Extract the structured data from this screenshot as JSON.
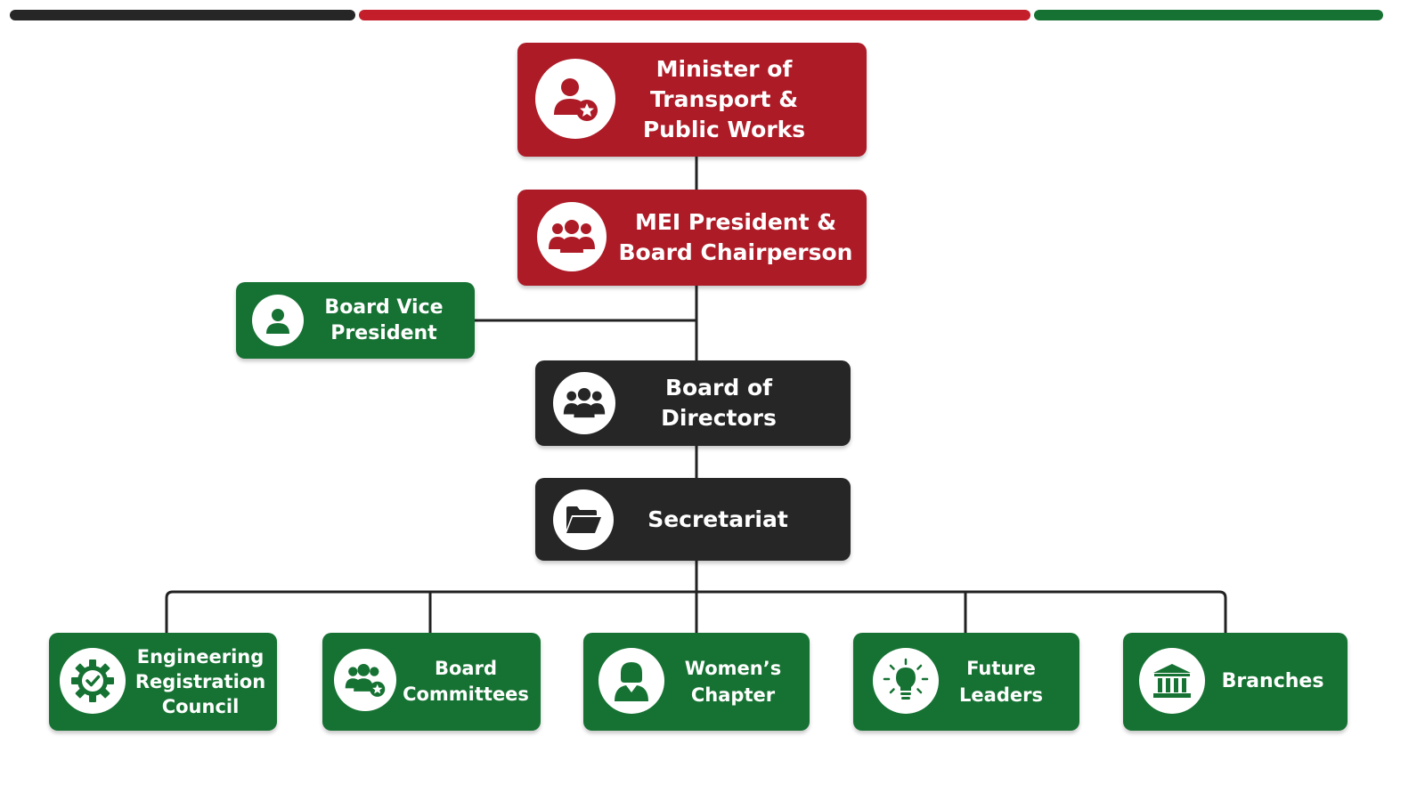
{
  "colors": {
    "red": "#ad1b27",
    "dark": "#262626",
    "green": "#167233",
    "bar_black": "#262626",
    "bar_red": "#c41e2b",
    "bar_green": "#167233",
    "connector": "#222222"
  },
  "nodes": {
    "minister": {
      "label": "Minister of Transport & Public Works",
      "icon": "person-star-icon"
    },
    "president": {
      "label": "MEI President & Board Chairperson",
      "icon": "group-icon"
    },
    "vice_president": {
      "label": "Board Vice President",
      "icon": "person-icon"
    },
    "board_directors": {
      "label": "Board of Directors",
      "icon": "group-icon"
    },
    "secretariat": {
      "label": "Secretariat",
      "icon": "folder-open-icon"
    },
    "erc": {
      "label": "Engineering Registration Council",
      "icon": "gear-check-icon"
    },
    "committees": {
      "label": "Board Committees",
      "icon": "group-star-icon"
    },
    "womens_chapter": {
      "label": "Women’s Chapter",
      "icon": "woman-icon"
    },
    "future_leaders": {
      "label": "Future Leaders",
      "icon": "lightbulb-icon"
    },
    "branches": {
      "label": "Branches",
      "icon": "institution-icon"
    }
  }
}
